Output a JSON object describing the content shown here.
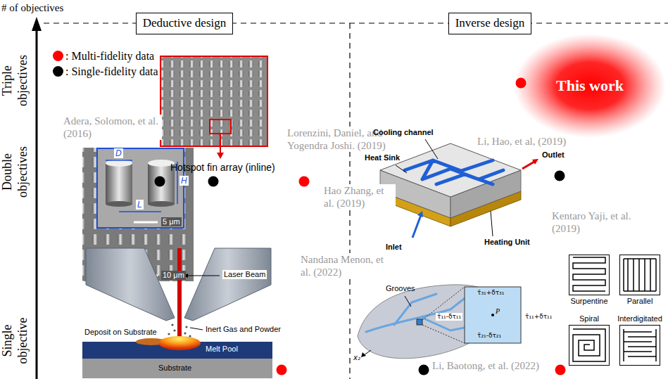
{
  "diagram": {
    "nodes": [
      {
        "text": [
          "Deductive design"
        ]
      },
      {
        "text": [
          "Inverse design"
        ]
      },
      {
        "text": [
          "This work"
        ]
      },
      {
        "text": [
          "Surpentine"
        ]
      },
      {
        "text": [
          "Parallel"
        ]
      },
      {
        "text": [
          "Spiral"
        ]
      },
      {
        "text": [
          "Interdigitated"
        ]
      }
    ],
    "labels": [
      "# of objectives",
      "Triple objectives",
      "Double objectives",
      "Single objective",
      "Adera, Solomon, et al. (2016)",
      "Lorenzini, Daniel, and Yogendra Joshi. (2019)",
      "Hao Zhang, et al. (2019)",
      "Li, Hao, et al, (2019)",
      "Kentaro Yaji, et al. (2019)",
      "Nandana Menon, et al. (2022)",
      "Li, Baotong, et al. (2022)",
      "Hotspot fin array (inline)",
      "D",
      "H",
      "L",
      "5 μm",
      "10 μm",
      "Cooling channel",
      "Heat Sink",
      "Outlet",
      "Inlet",
      "Heating Unit",
      "Laser Beam",
      "Inert Gas and Powder",
      "Deposit on Substrate",
      "Melt Pool",
      "Substrate",
      "Grooves",
      "P",
      "τ̄₃₁+δτ₃₁",
      "τ̄₁₁-δτ₁₁",
      "τ̄₁₁+δτ₁₁",
      "τ̄₂₁-δτ₂₁",
      "x₂"
    ],
    "legend": [
      {
        "text": ": Multi-fidelity data",
        "color": "#ff0000"
      },
      {
        "text": ": Single-fidelity data",
        "color": "#000000"
      }
    ]
  }
}
